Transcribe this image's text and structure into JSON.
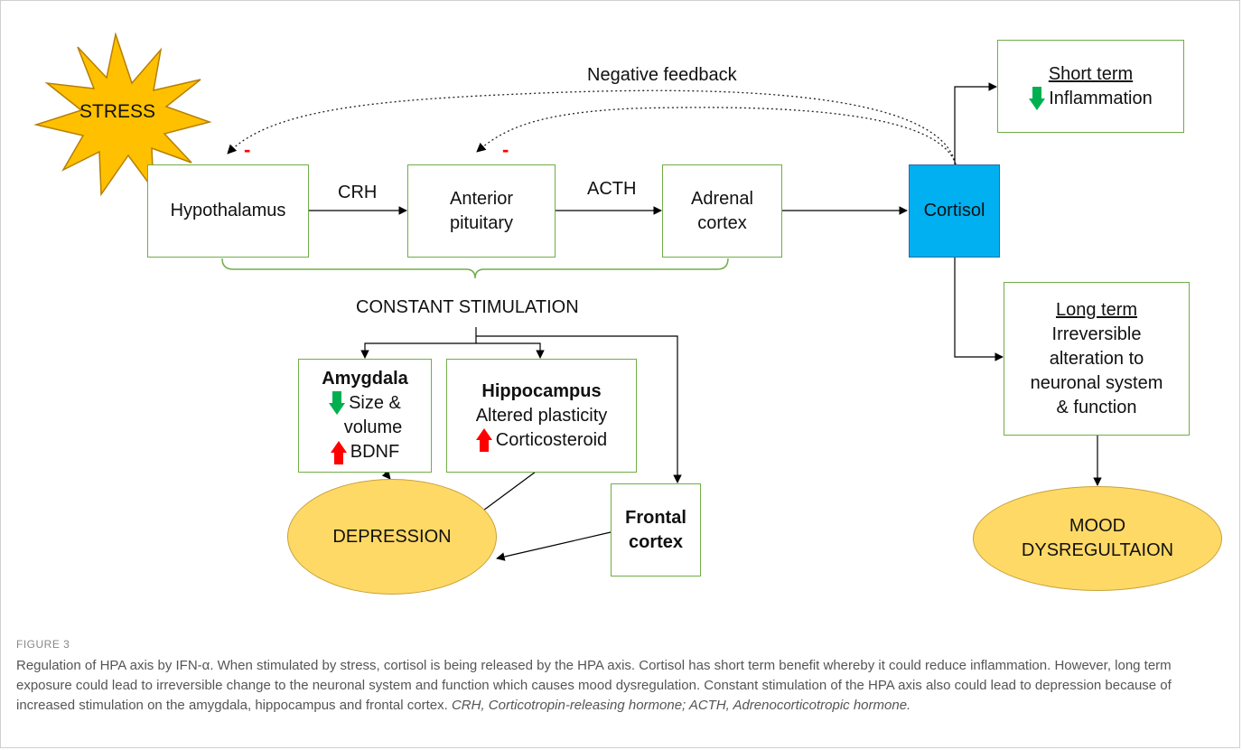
{
  "diagram": {
    "stress_label": "STRESS",
    "negative_feedback_label": "Negative feedback",
    "inhibit_symbol": "-",
    "hypothalamus": "Hypothalamus",
    "crh_label": "CRH",
    "anterior_pituitary": [
      "Anterior",
      "pituitary"
    ],
    "acth_label": "ACTH",
    "adrenal_cortex": [
      "Adrenal",
      "cortex"
    ],
    "cortisol": "Cortisol",
    "short_term": {
      "title": "Short term",
      "text": "Inflammation"
    },
    "long_term": {
      "title": "Long term",
      "lines": [
        "Irreversible",
        "alteration to",
        "neuronal system",
        "& function"
      ]
    },
    "constant_stimulation": "CONSTANT STIMULATION",
    "amygdala": {
      "title": "Amygdala",
      "line1": "Size &",
      "line2": "volume",
      "line3": "BDNF"
    },
    "hippocampus": {
      "title": "Hippocampus",
      "line1": "Altered plasticity",
      "line2": "Corticosteroid"
    },
    "frontal_cortex": [
      "Frontal",
      "cortex"
    ],
    "depression": "DEPRESSION",
    "mood": [
      "MOOD",
      "DYSREGULTAION"
    ],
    "colors": {
      "box_border": "#70ad47",
      "cortisol_fill": "#00b0f0",
      "ellipse_fill": "#ffd966",
      "star_fill": "#ffc000",
      "decrease_arrow": "#00b050",
      "increase_arrow": "#ff0000"
    },
    "icons": [
      "down-arrow-icon",
      "up-arrow-icon",
      "starburst-icon"
    ]
  },
  "caption": {
    "figure_number": "FIGURE 3",
    "text": "Regulation of HPA axis by IFN-α. When stimulated by stress, cortisol is being released by the HPA axis. Cortisol has short term benefit whereby it could reduce inflammation. However, long term exposure could lead to irreversible change to the neuronal system and function which causes mood dysregulation. Constant stimulation of the HPA axis also could lead to depression because of increased stimulation on the amygdala, hippocampus and frontal cortex.",
    "abbreviations": "CRH, Corticotropin-releasing hormone; ACTH, Adrenocorticotropic hormone."
  }
}
